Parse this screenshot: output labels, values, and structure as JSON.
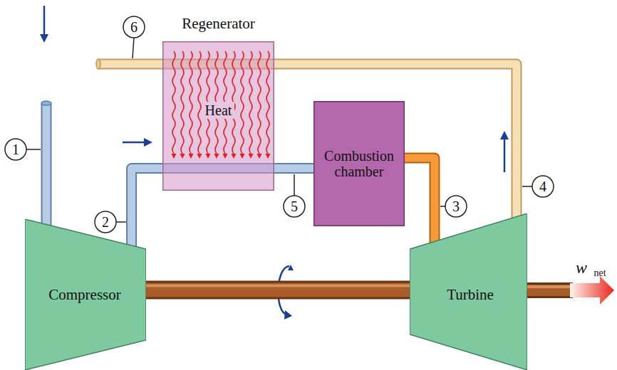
{
  "diagram": {
    "nodes": [
      {
        "text": [
          "Regenerator",
          "Heat"
        ]
      },
      {
        "text": [
          "Combustion chamber"
        ]
      },
      {
        "text": [
          "Compressor"
        ]
      },
      {
        "text": [
          "Turbine"
        ]
      }
    ],
    "edges": [
      {
        "from": 2,
        "to": 0,
        "arrow": "none"
      },
      {
        "from": 0,
        "to": 1,
        "arrow": "none"
      },
      {
        "from": 1,
        "to": 3,
        "arrow": "none"
      },
      {
        "from": 3,
        "to": 0,
        "arrow": "none"
      },
      {
        "from": 2,
        "to": 3,
        "arrow": "none"
      }
    ],
    "labels": [
      "1",
      "2",
      "3",
      "4",
      "5",
      "6",
      "w",
      "net"
    ]
  }
}
